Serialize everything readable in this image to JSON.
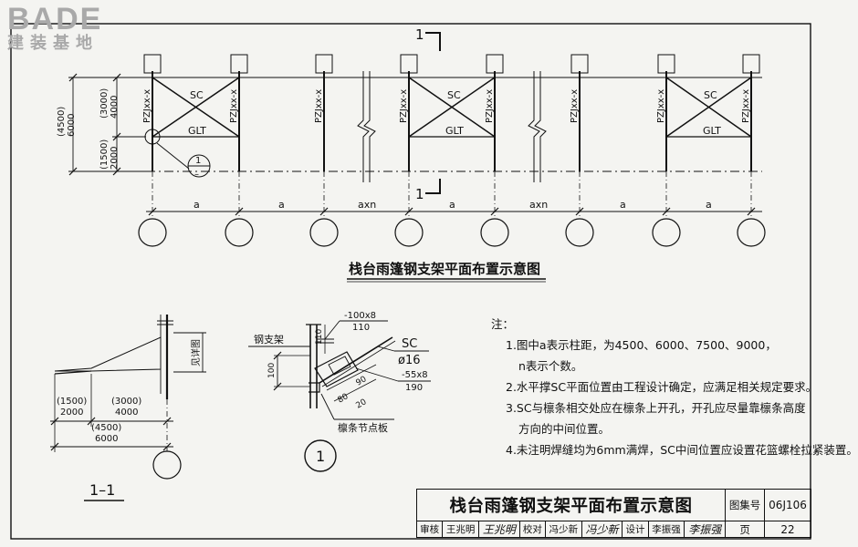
{
  "logo": {
    "brand": "BADE",
    "tagline": "建装基地"
  },
  "plan": {
    "title": "栈台雨篷钢支架平面布置示意图",
    "section_mark": "1",
    "column_label": "PZJxx-x",
    "brace_label": "SC",
    "beam_label": "GLT",
    "spans": [
      "a",
      "a",
      "axn",
      "a",
      "axn",
      "a",
      "a"
    ],
    "dims_left": {
      "total": "(4500)\n6000",
      "upper": "(3000)\n4000",
      "lower": "(1500)\n2000"
    },
    "detail_ref_top": "1",
    "detail_ref_bottom": "–"
  },
  "section": {
    "label": "1–1",
    "see_detail": "见详图",
    "dims": {
      "left": "(1500)\n2000",
      "right": "(3000)\n4000",
      "total": "(4500)\n6000"
    }
  },
  "detail": {
    "number": "1",
    "labels": {
      "steel_support": "钢支架",
      "plate_top": "-100x8",
      "plate_top_len": "110",
      "brace": "SC",
      "brace_dia": "ø16",
      "plate_bottom": "-55x8",
      "plate_bottom_len": "190",
      "node_plate": "檩条节点板",
      "d110": "110",
      "d100": "100",
      "d90": "90",
      "d80": "80",
      "d20": "20"
    }
  },
  "notes": {
    "heading": "注：",
    "items": [
      "1.图中a表示柱距，为4500、6000、7500、9000，",
      "n表示个数。",
      "2.水平撑SC平面位置由工程设计确定，应满足相关规定要求。",
      "3.SC与檩条相交处应在檩条上开孔，开孔应尽量靠檩条高度",
      "方向的中间位置。",
      "4.未注明焊缝均为6mm满焊，SC中间位置应设置花篮螺栓拉紧装置。"
    ]
  },
  "title_block": {
    "title": "栈台雨篷钢支架平面布置示意图",
    "atlas_label": "图集号",
    "atlas_no": "06J106",
    "review_label": "审核",
    "reviewer": "王兆明",
    "reviewer_sig": "王兆明",
    "check_label": "校对",
    "checker": "冯少新",
    "checker_sig": "冯少新",
    "design_label": "设计",
    "designer": "李振强",
    "designer_sig": "李振强",
    "page_label": "页",
    "page_no": "22"
  }
}
